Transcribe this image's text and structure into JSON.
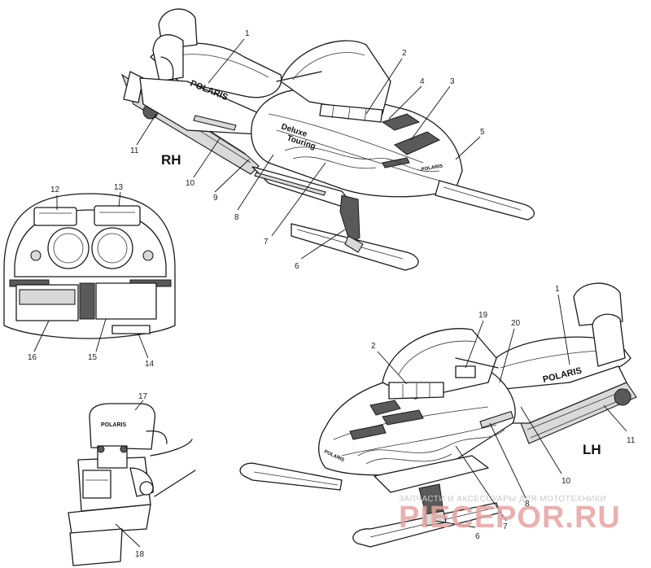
{
  "views": {
    "rh": "RH",
    "lh": "LH"
  },
  "decals": {
    "brand_side": "POLARIS",
    "brand_nose": "POLARIS",
    "brand_seat_lh": "POLARIS",
    "brand_nose_lh": "POLARIS",
    "brand_headrest": "POLARIS",
    "model_line1": "Deluxe",
    "model_line2": "Touring"
  },
  "callouts": {
    "rh": [
      "1",
      "2",
      "4",
      "3",
      "5",
      "11",
      "10",
      "9",
      "8",
      "7",
      "6"
    ],
    "dash": [
      "12",
      "13",
      "16",
      "15",
      "14"
    ],
    "lh": [
      "1",
      "19",
      "20",
      "2",
      "11",
      "10",
      "8",
      "7",
      "6"
    ],
    "seat": [
      "17",
      "18"
    ]
  },
  "watermark": {
    "caption": "ЗАПЧАСТИ И АКСЕССУАРЫ ДЛЯ МОТОТЕХНИКИ",
    "site": "PIECEPOR.RU"
  }
}
